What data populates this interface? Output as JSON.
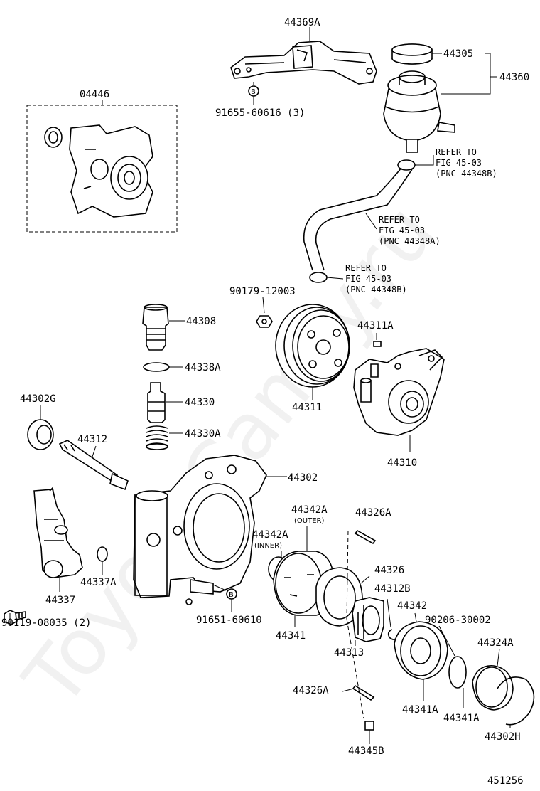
{
  "labels": {
    "p44369A": "44369A",
    "p44305": "44305",
    "p44360": "44360",
    "p04446": "04446",
    "p91655": "91655-60616 (3)",
    "bolt_mark": "B",
    "refer1_l1": "REFER TO",
    "refer1_l2": "FIG 45-03",
    "refer1_l3": "(PNC 44348B)",
    "refer2_l1": "REFER TO",
    "refer2_l2": "FIG 45-03",
    "refer2_l3": "(PNC 44348A)",
    "refer3_l1": "REFER TO",
    "refer3_l2": "FIG 45-03",
    "refer3_l3": "(PNC 44348B)",
    "p90179": "90179-12003",
    "p44308": "44308",
    "p44311A": "44311A",
    "p44338A": "44338A",
    "p44330": "44330",
    "p44311": "44311",
    "p44302G": "44302G",
    "p44330A": "44330A",
    "p44312": "44312",
    "p44310": "44310",
    "p44302": "44302",
    "p44342A_outer": "44342A",
    "outer_note": "(OUTER)",
    "p44326A_top": "44326A",
    "p44342A_inner": "44342A",
    "inner_note": "(INNER)",
    "p44326": "44326",
    "p44312B": "44312B",
    "p44342": "44342",
    "p90206": "90206-30002",
    "p44337": "44337",
    "p44337A": "44337A",
    "p91651": "91651-60610",
    "p44341": "44341",
    "p44313": "44313",
    "p90119": "90119-08035 (2)",
    "p44324A": "44324A",
    "p44326A_bot": "44326A",
    "p44341A_1": "44341A",
    "p44341A_2": "44341A",
    "p44345B": "44345B",
    "p44302H": "44302H",
    "figure_number": "451256"
  },
  "watermark": "ToyotaCamry.ru"
}
